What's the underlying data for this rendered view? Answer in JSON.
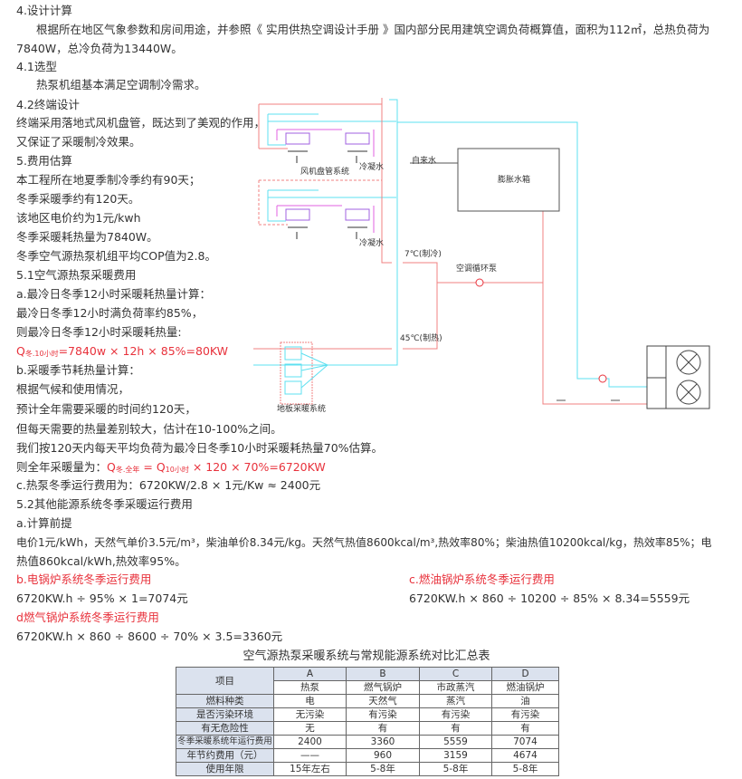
{
  "text": {
    "l1": "4.设计计算",
    "l2": "根据所在地区气象参数和房间用途，并参照《 实用供热空调设计手册 》国内部分民用建筑空调负荷概算值，面积为112㎡，总热负荷为",
    "l3": "7840W，总冷负荷为13440W。",
    "l4": "4.1选型",
    "l5": "热泵机组基本满足空调制冷需求。",
    "l6": "4.2终端设计",
    "l7": "终端采用落地式风机盘管，既达到了美观的作用，",
    "l8": "又保证了采暖制冷效果。",
    "l9": "5.费用估算",
    "l10": "本工程所在地夏季制冷季约有90天；",
    "l11": "冬季采暖季约有120天。",
    "l12": "该地区电价约为1元/kwh",
    "l13": "冬季采暖耗热量为7840W。",
    "l14": "冬季空气源热泵机组平均COP值为2.8。",
    "l15": "5.1空气源热泵采暖费用",
    "l16": "a.最冷日冬季12小时采暖耗热量计算：",
    "l17": "最冷日冬季12小时满负荷率约85%，",
    "l18": "则最冷日冬季12小时采暖耗热量:",
    "q1_main": "Q",
    "q1_sub": "冬.10小时",
    "q1_rest": "=7840w × 12h × 85%=80KW",
    "l20": "b.采暖季节耗热量计算：",
    "l21": "根据气候和使用情况，",
    "l22": "预计全年需要采暖的时间约120天，",
    "l23": "但每天需要的热量差别较大，估计在10-100%之间。",
    "l24": "我们按120天内每天平均负荷为最冷日冬季10小时采暖耗热量70%估算。",
    "l25_pre": "则全年采暖量为：",
    "q2_a": "Q",
    "q2_sub1": "冬.全年",
    "q2_b": " = Q",
    "q2_sub2": "10小时",
    "q2_c": " × 120 × 70%=6720KW",
    "l26": "c.热泵冬季运行费用为：6720KW/2.8 × 1元/Kw ≈ 2400元",
    "l27": "5.2其他能源系统冬季采暖运行费用",
    "l28": "a.计算前提",
    "l29": "电价1元/kWh，天然气单价3.5元/m³，柴油单价8.34元/kg。天然气热值8600kcal/m³,热效率80%；柴油热值10200kcal/kg，热效率85%；电",
    "l30": "热值860kcal/kWh,热效率95%。",
    "b_title": "b.电锅炉系统冬季运行费用",
    "b_calc": "6720KW.h ÷ 95% × 1=7074元",
    "c_title": "c.燃油锅炉系统冬季运行费用",
    "c_calc": "6720KW.h × 860 ÷ 10200 ÷ 85% × 8.34=5559元",
    "d_title": "d燃气锅炉系统冬季运行费用",
    "d_calc": "6720KW.h × 860 ÷ 8600 ÷ 70% × 3.5=3360元"
  },
  "diagram": {
    "fan_coil": "风机盘管系统",
    "condensate": "冷凝水",
    "tap_water": "自来水",
    "tank": "膨胀水箱",
    "cool_temp": "7℃(制冷)",
    "pump": "空调循环泵",
    "heat_temp": "45℃(制热)",
    "floor": "地板采暖系统"
  },
  "table": {
    "title": "空气源热泵采暖系统与常规能源系统对比汇总表",
    "item": "项目",
    "letters": [
      "A",
      "B",
      "C",
      "D"
    ],
    "names": [
      "热泵",
      "燃气锅炉",
      "市政蒸汽",
      "燃油锅炉"
    ],
    "rows": [
      {
        "label": "燃料种类",
        "v": [
          "电",
          "天然气",
          "蒸汽",
          "油"
        ]
      },
      {
        "label": "是否污染环境",
        "v": [
          "无污染",
          "有污染",
          "有污染",
          "有污染"
        ]
      },
      {
        "label": "有无危险性",
        "v": [
          "无",
          "有",
          "有",
          "有"
        ]
      },
      {
        "label": "冬季采暖系统年运行费用",
        "v": [
          "2400",
          "3360",
          "5559",
          "7074"
        ]
      },
      {
        "label": "年节约费用（元）",
        "v": [
          "——",
          "960",
          "3159",
          "4674"
        ]
      },
      {
        "label": "使用年限",
        "v": [
          "15年左右",
          "5-8年",
          "5-8年",
          "5-8年"
        ]
      }
    ]
  },
  "colors": {
    "red": "#e8323c",
    "cyan": "#5ee0f0",
    "pink": "#f08080"
  }
}
